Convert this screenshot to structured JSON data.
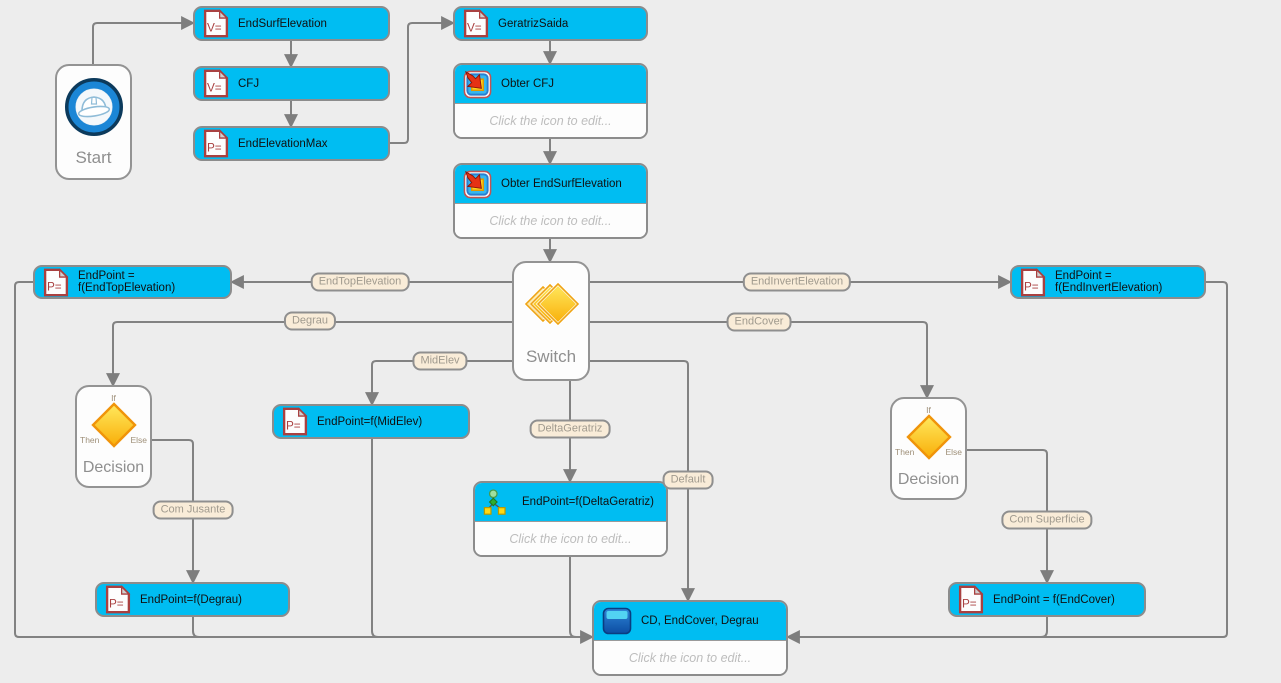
{
  "app": {
    "type": "workflow-diagram-editor"
  },
  "colors": {
    "node_fill": "#00bdf2",
    "line": "#828282",
    "edge_label_bg": "#f9ecd8",
    "diamond_gold": "#fbb612",
    "doc_icon_red": "#a94040"
  },
  "nodes": {
    "start": {
      "label": "Start",
      "icon": "hardhat-icon"
    },
    "endSurfElevation": {
      "label": "EndSurfElevation",
      "icon_glyph": "V="
    },
    "cfj": {
      "label": "CFJ",
      "icon_glyph": "V="
    },
    "endElevationMax": {
      "label": "EndElevationMax",
      "icon_glyph": "P="
    },
    "geratrizSaida": {
      "label": "GeratrizSaida",
      "icon_glyph": "V="
    },
    "obterCfj": {
      "label": "Obter CFJ",
      "body": "Click the icon to edit..."
    },
    "obterEndSurfElevation": {
      "label": "Obter EndSurfElevation",
      "body": "Click the icon to edit..."
    },
    "switch": {
      "label": "Switch"
    },
    "endPointTop": {
      "label": "EndPoint = f(EndTopElevation)",
      "icon_glyph": "P="
    },
    "endPointInvert": {
      "label": "EndPoint = f(EndInvertElevation)",
      "icon_glyph": "P="
    },
    "decisionLeft": {
      "label": "Decision",
      "if": "If",
      "then": "Then",
      "else": "Else"
    },
    "decisionRight": {
      "label": "Decision",
      "if": "If",
      "then": "Then",
      "else": "Else"
    },
    "endPointMidElev": {
      "label": "EndPoint=f(MidElev)",
      "icon_glyph": "P="
    },
    "endPointDeltaGeratriz": {
      "label": "EndPoint=f(DeltaGeratriz)",
      "body": "Click the icon to edit..."
    },
    "endPointDegrau": {
      "label": "EndPoint=f(Degrau)",
      "icon_glyph": "P="
    },
    "endPointEndCover": {
      "label": "EndPoint = f(EndCover)",
      "icon_glyph": "P="
    },
    "cdEndCoverDegrau": {
      "label": "CD, EndCover, Degrau",
      "body": "Click the icon to edit..."
    }
  },
  "edges": {
    "endTopElevation": "EndTopElevation",
    "endInvertElevation": "EndInvertElevation",
    "degrau": "Degrau",
    "endCover": "EndCover",
    "midElev": "MidElev",
    "deltaGeratriz": "DeltaGeratriz",
    "default": "Default",
    "comJusante": "Com Jusante",
    "comSuperficie": "Com Superficie"
  }
}
